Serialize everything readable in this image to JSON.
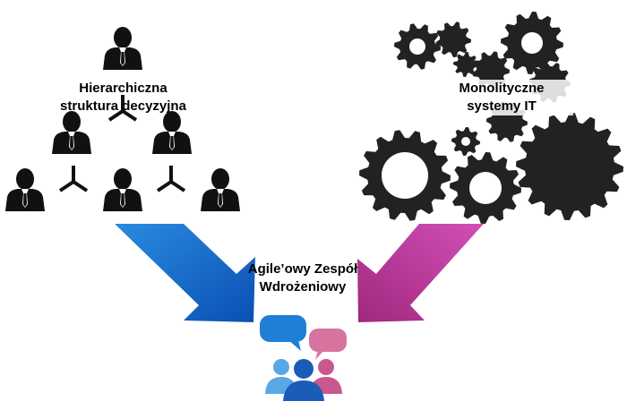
{
  "left_block": {
    "line1": "Hierarchiczna",
    "line2": "struktura decyzyjna",
    "icon": "org-hierarchy-icon"
  },
  "right_block": {
    "line1": "Monolityczne",
    "line2": "systemy IT",
    "icon": "gears-icon"
  },
  "center_block": {
    "line1": "Agile’owy Zespół",
    "line2": "Wdrożeniowy",
    "icon": "team-chat-icon"
  },
  "colors": {
    "person": "#111111",
    "gear": "#222222",
    "left_arrow": "#1560c8",
    "right_arrow": "#c23aa0",
    "bubble_blue": "#1f7fd6",
    "bubble_pink": "#d8729e"
  }
}
